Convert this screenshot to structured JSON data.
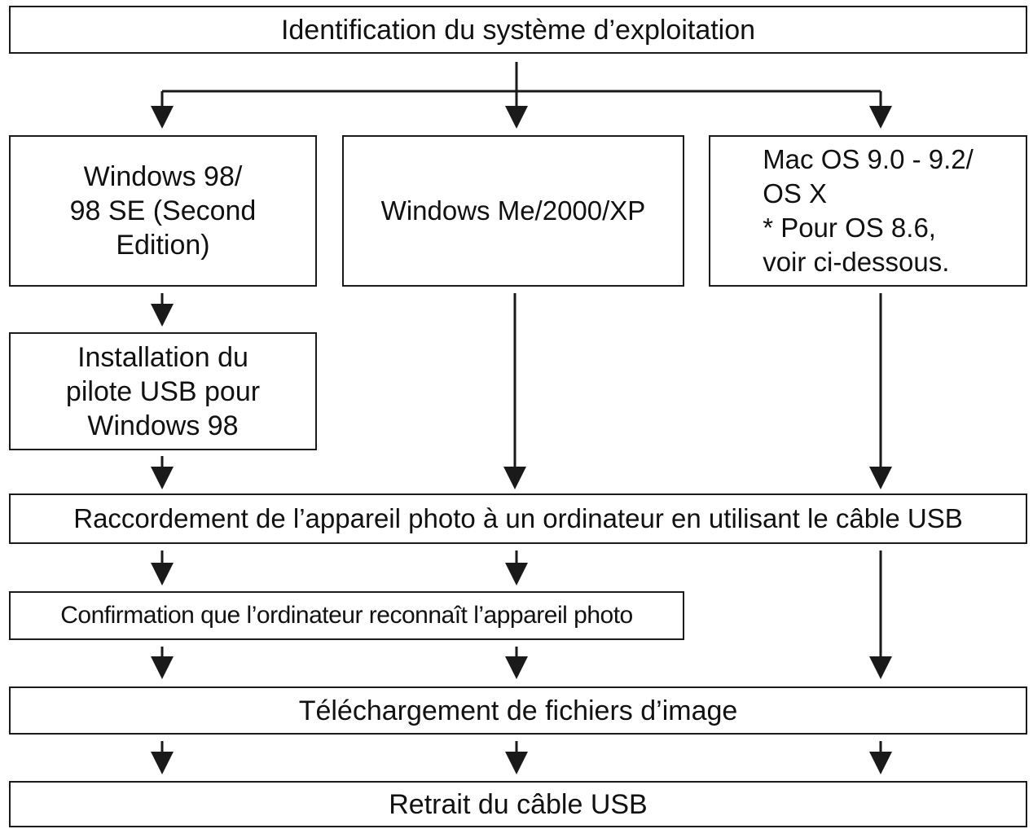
{
  "diagram": {
    "identify": "Identification du système d’exploitation",
    "win98": "Windows 98/\n98 SE (Second\nEdition)",
    "winme": "Windows Me/2000/XP",
    "mac": "   Mac OS 9.0 - 9.2/\n         OS X\n * Pour OS 8.6,\n    voir ci-dessous.",
    "driver": "Installation du\npilote USB pour\nWindows 98",
    "connect": "Raccordement de l’appareil photo à un ordinateur en utilisant le câble USB",
    "confirm": "Confirmation que l’ordinateur reconnaît l’appareil photo",
    "download": "Téléchargement de fichiers d’image",
    "remove": "Retrait du câble USB"
  }
}
